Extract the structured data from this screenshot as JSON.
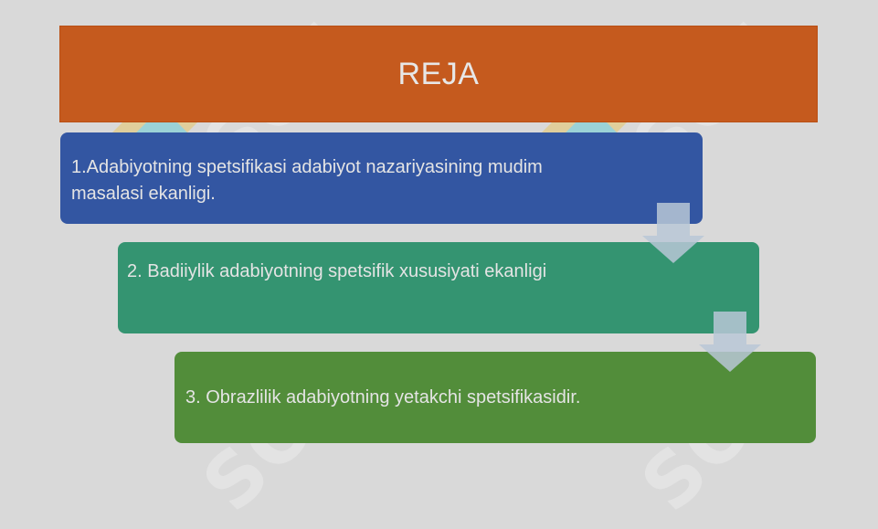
{
  "title": "REJA",
  "steps": [
    {
      "text": "1.Adabiyotning spetsifikasi adabiyot nazariyasining mudim masalasi ekanligi.",
      "color": "#3356a2"
    },
    {
      "text": "2.  Badiiylik adabiyotning spetsifik xususiyati ekanligi",
      "color": "#349471"
    },
    {
      "text": "3. Obrazlilik adabiyotning yetakchi spetsifikasidir.",
      "color": "#528d3a"
    }
  ],
  "colors": {
    "title_bar": "#c55a1e",
    "background": "#d9d9d9",
    "arrow": "#b9c7d6"
  },
  "watermark": {
    "word": "SOF",
    "icon": "sof-logo-icon"
  }
}
